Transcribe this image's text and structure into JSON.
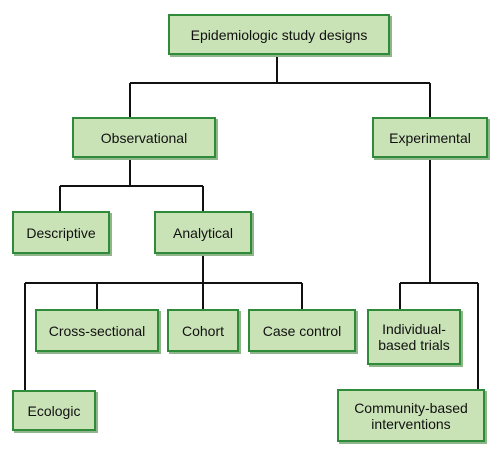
{
  "diagram": {
    "nodes": {
      "root": "Epidemiologic study designs",
      "observational": "Observational",
      "experimental": "Experimental",
      "descriptive": "Descriptive",
      "analytical": "Analytical",
      "cross_sectional": "Cross-sectional",
      "cohort": "Cohort",
      "case_control": "Case control",
      "individual_trials": "Individual-\nbased trials",
      "ecologic": "Ecologic",
      "community_interventions": "Community-based\ninterventions"
    },
    "colors": {
      "node_fill": "#c9e2b6",
      "node_border": "#2f8a3a",
      "connector": "#111111"
    }
  }
}
